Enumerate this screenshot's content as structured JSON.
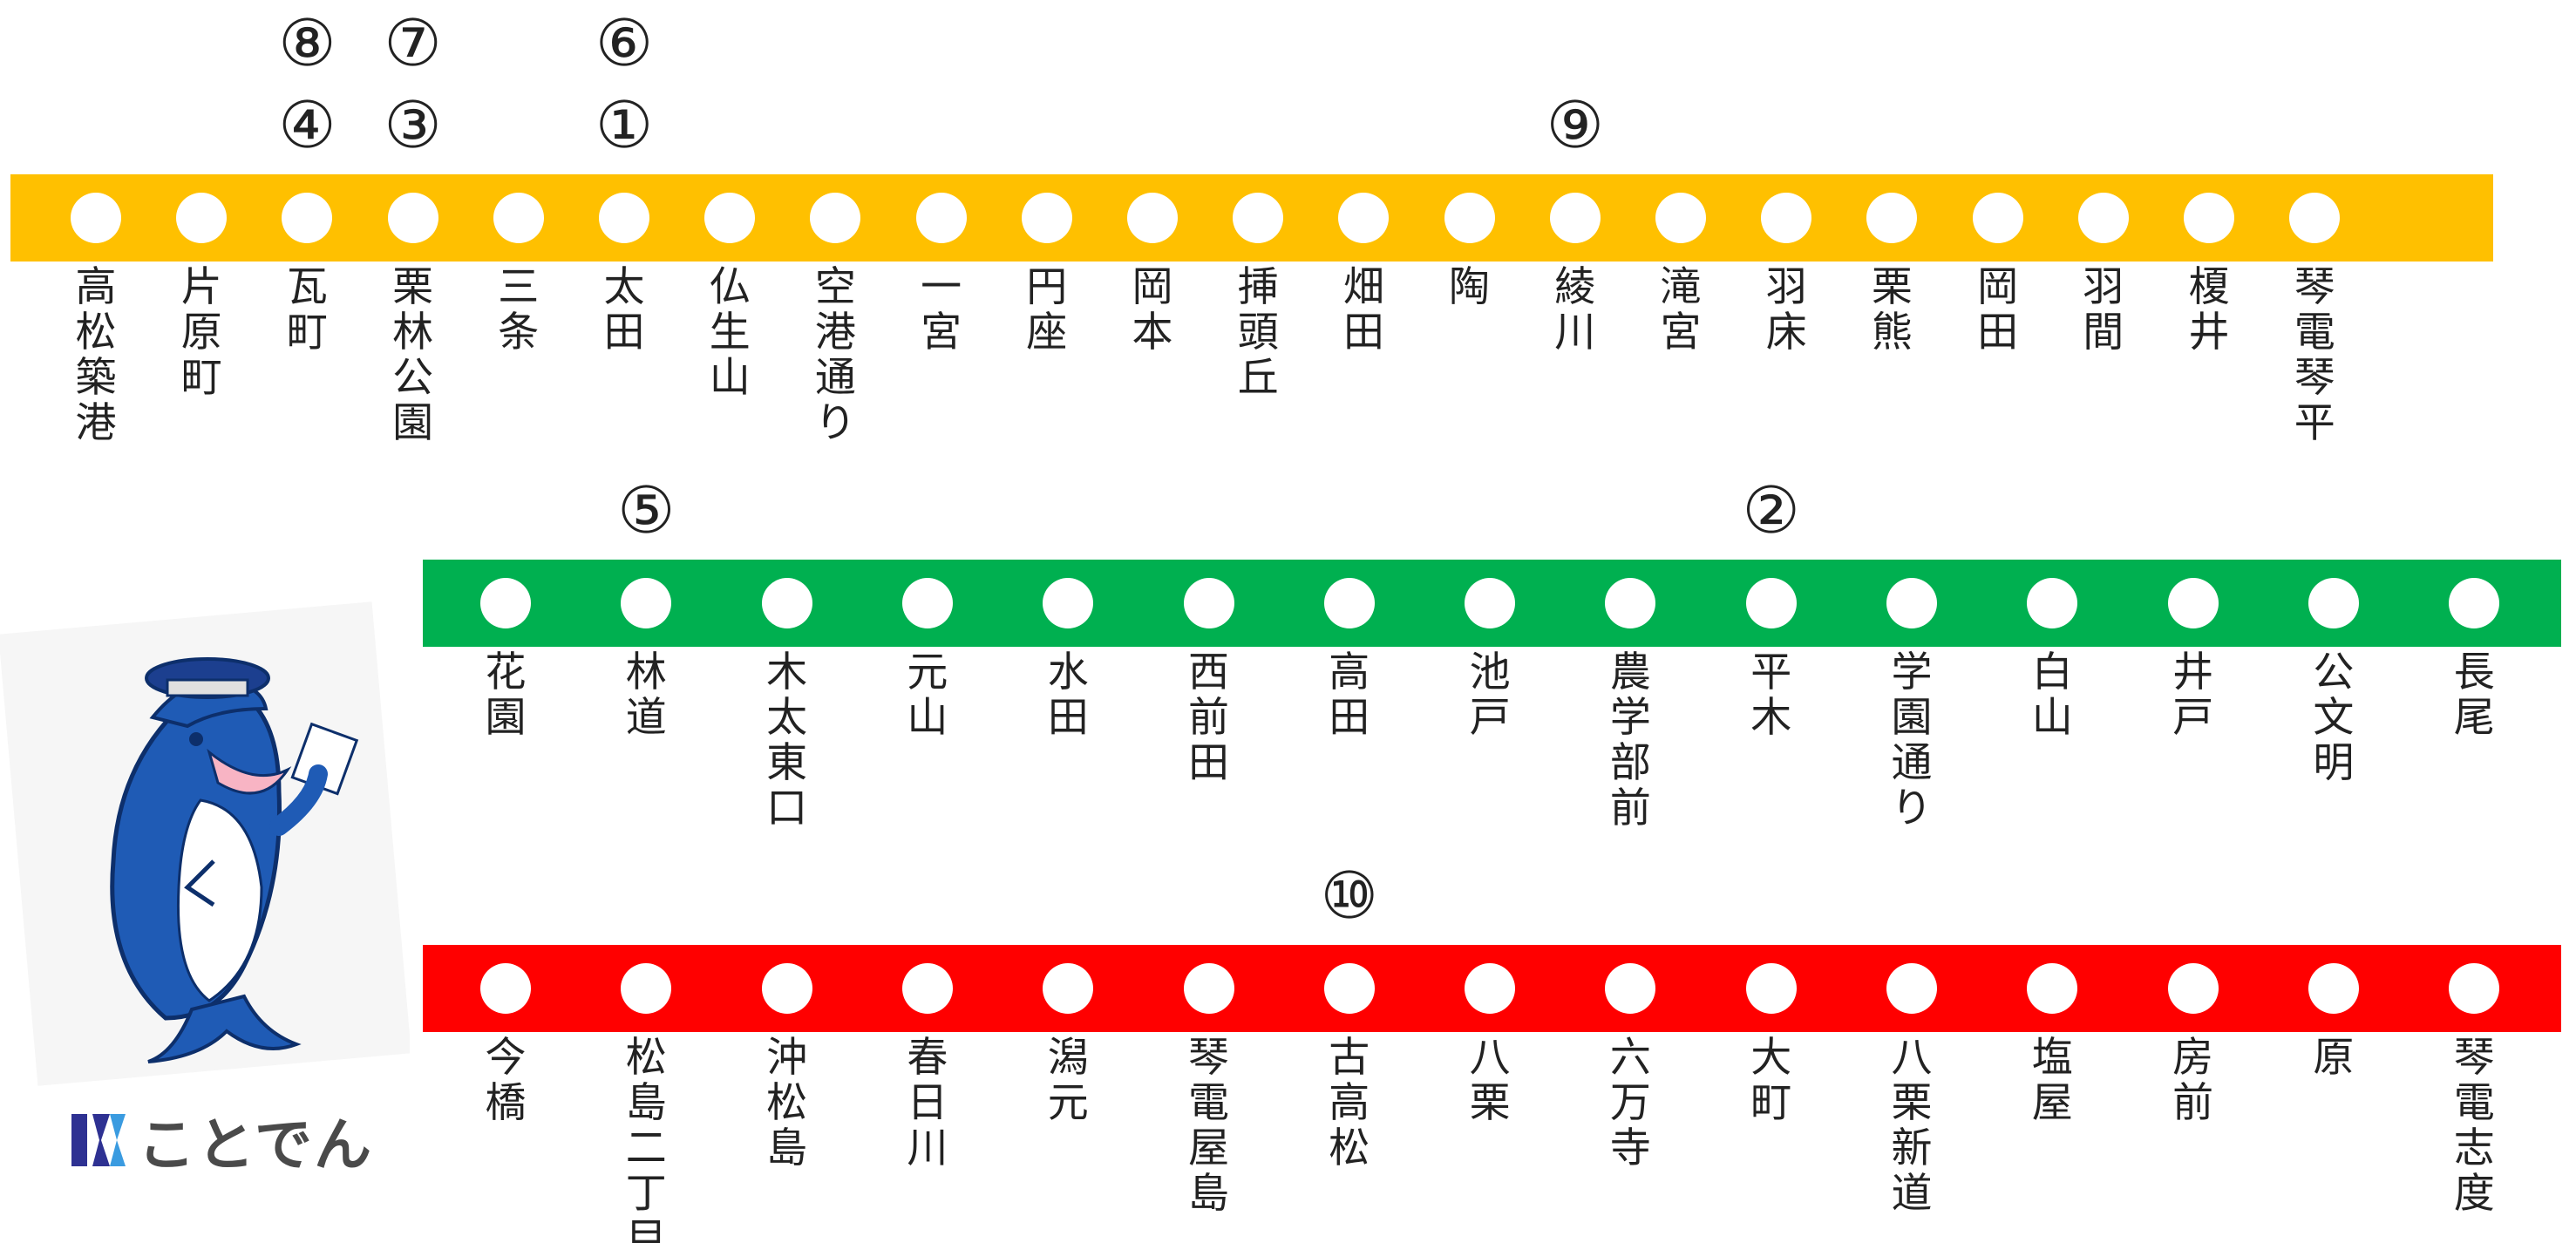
{
  "lines": [
    {
      "id": "line-yellow",
      "color": "#FFC000",
      "stations": [
        "高松築港",
        "片原町",
        "瓦町",
        "栗林公園",
        "三条",
        "太田",
        "仏生山",
        "空港通り",
        "一宮",
        "円座",
        "岡本",
        "挿頭丘",
        "畑田",
        "陶",
        "綾川",
        "滝宮",
        "羽床",
        "栗熊",
        "岡田",
        "羽間",
        "榎井",
        "琴電琴平"
      ],
      "markers": [
        {
          "station": 2,
          "labels": [
            "⑧",
            "④"
          ]
        },
        {
          "station": 3,
          "labels": [
            "⑦",
            "③"
          ]
        },
        {
          "station": 5,
          "labels": [
            "⑥",
            "①"
          ]
        },
        {
          "station": 14,
          "labels": [
            "⑨"
          ]
        }
      ]
    },
    {
      "id": "line-green",
      "color": "#00B050",
      "stations": [
        "花園",
        "林道",
        "木太東口",
        "元山",
        "水田",
        "西前田",
        "高田",
        "池戸",
        "農学部前",
        "平木",
        "学園通り",
        "白山",
        "井戸",
        "公文明",
        "長尾"
      ],
      "markers": [
        {
          "station": 1,
          "labels": [
            "⑤"
          ]
        },
        {
          "station": 9,
          "labels": [
            "②"
          ]
        }
      ]
    },
    {
      "id": "line-red",
      "color": "#FF0000",
      "stations": [
        "今橋",
        "松島二丁目",
        "沖松島",
        "春日川",
        "潟元",
        "琴電屋島",
        "古高松",
        "八栗",
        "六万寺",
        "大町",
        "八栗新道",
        "塩屋",
        "房前",
        "原",
        "琴電志度"
      ],
      "markers": [
        {
          "station": 6,
          "labels": [
            "⑩"
          ]
        }
      ]
    }
  ],
  "logo": {
    "text": "ことでん",
    "mark_color": "#2E3192"
  },
  "mascot": {
    "icon": "dolphin-conductor-mascot"
  }
}
